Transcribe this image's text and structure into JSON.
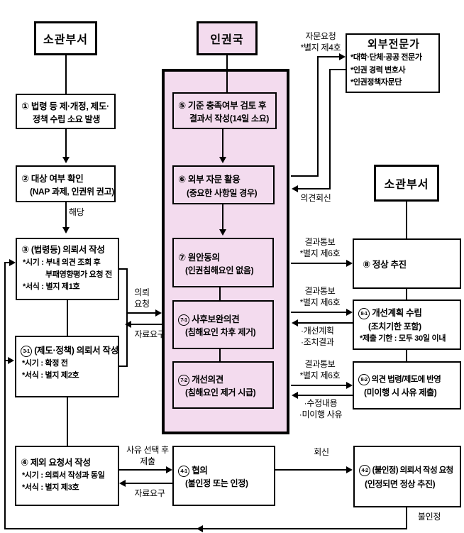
{
  "headers": {
    "dept_left": "소관부서",
    "hr_bureau": "인권국",
    "dept_right": "소관부서",
    "experts_title": "외부전문가"
  },
  "experts": {
    "items": [
      "*대학·단체·공공 전문가",
      "*인권 경력 변호사",
      "*인권정책자문단"
    ]
  },
  "boxes": {
    "b1": {
      "num": "①",
      "line1": "법령 등 제·개정, 제도·",
      "line2": "정책 수립 소요 발생"
    },
    "b2": {
      "num": "②",
      "title": "대상 여부 확인",
      "sub": "(NAP 과제, 인권위 권고)"
    },
    "b3": {
      "num": "③",
      "title": "(법령등) 의뢰서 작성",
      "details": [
        "*시기 : 부내 의견 조회 후",
        "부패영향평가 요청 전",
        "*서식 : 별지 제1호"
      ]
    },
    "b3_1": {
      "num": "3-1",
      "title": "(제도·정책) 의뢰서 작성",
      "details": [
        "*시기 : 확정 전",
        "*서식 : 별지 제2호"
      ]
    },
    "b4": {
      "num": "④",
      "title": "제외 요청서 작성",
      "details": [
        "*시기 : 의뢰서 작성과 동일",
        "*서식 : 별지 제3호"
      ]
    },
    "b5": {
      "num": "⑤",
      "title": "기준 충족여부 검토 후",
      "sub": "결과서 작성(14일 소요)"
    },
    "b6": {
      "num": "⑥",
      "title": "외부 자문 활용",
      "sub": "(중요한 사항일 경우)"
    },
    "b7": {
      "num": "⑦",
      "title": "원안동의",
      "sub": "(인권침해요인 없음)"
    },
    "b7_1": {
      "num": "7-1",
      "title": "사후보완의견",
      "sub": "(침해요인 차후 제거)"
    },
    "b7_2": {
      "num": "7-2",
      "title": "개선의견",
      "sub": "(침해요인 제거 시급)"
    },
    "b8": {
      "num": "⑧",
      "title": "정상 추진"
    },
    "b8_1": {
      "num": "8-1",
      "title": "개선계획 수립",
      "sub": "(조치기한 포함)",
      "detail": "*제출 기한 : 모두 30일 이내"
    },
    "b8_2": {
      "num": "8-2",
      "title": "의견 법령/제도에 반영",
      "sub": "(미이행 시 사유 제출)"
    },
    "b4_1": {
      "num": "4-1",
      "title": "협의",
      "sub": "(불인정 또는 인정)"
    },
    "b4_2": {
      "num": "4-2",
      "title": "(불인정) 의뢰서 작성 요청",
      "sub": "(인정되면 정상 추진)"
    }
  },
  "labels": {
    "consult_request": "자문요청\n*별지 제4호",
    "opinion_reply": "의견회신",
    "applicable": "해당",
    "request": "의뢰\n요청",
    "data_request": "자료요구",
    "result_notice": "결과통보\n*별지 제6호",
    "improvement": "·개선계획\n·조치결과",
    "modification": "·수정내용\n·미이행 사유",
    "reason_submit": "사유 선택 후\n제출",
    "reply": "회신",
    "rejected": "불인정"
  },
  "colors": {
    "pink": "#f3dbee",
    "line": "#000000"
  }
}
